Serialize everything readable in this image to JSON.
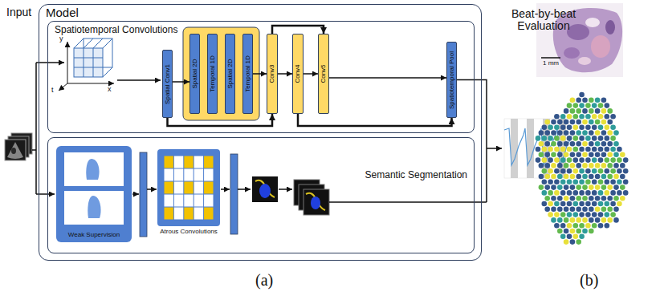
{
  "diagram": {
    "nodes": [
      {
        "text": [
          "Model"
        ]
      },
      {
        "text": [
          "Spatiotemporal Convolutions"
        ],
        "in": 0
      },
      {
        "text": [
          "Spatial Conv1"
        ],
        "in": 1
      },
      {
        "text": [
          "Spatial 2D"
        ],
        "in": 1
      },
      {
        "text": [
          "Temporal 1D"
        ],
        "in": 1
      },
      {
        "text": [
          "Spatial 2D"
        ],
        "in": 1
      },
      {
        "text": [
          "Temporal 1D"
        ],
        "in": 1
      },
      {
        "text": [
          "Conv3"
        ],
        "in": 1
      },
      {
        "text": [
          "Conv4"
        ],
        "in": 1
      },
      {
        "text": [
          "Conv5"
        ],
        "in": 1
      },
      {
        "text": [
          "Spatiotemporal Pool"
        ],
        "in": 1
      },
      {
        "text": [
          "Semantic Segmentation"
        ],
        "in": 0
      },
      {
        "text": [
          "Weak Supervision"
        ],
        "in": 11
      },
      {
        "text": [
          "Atrous Convolutions"
        ],
        "in": 11
      }
    ],
    "edges": [
      {
        "from": 2,
        "to": 3,
        "arrow": "to"
      },
      {
        "from": 6,
        "to": 7,
        "arrow": "to"
      },
      {
        "from": 7,
        "to": 8,
        "arrow": "to"
      },
      {
        "from": 8,
        "to": 9,
        "arrow": "to"
      },
      {
        "from": 9,
        "to": 10,
        "arrow": "to"
      },
      {
        "from": 2,
        "to": 7,
        "arrow": "to"
      },
      {
        "from": 7,
        "to": 9,
        "arrow": "to"
      },
      {
        "from": 8,
        "to": 10,
        "arrow": "to"
      }
    ],
    "labels": [
      "Input",
      "y",
      "t",
      "x",
      "Beat-by-beat Evaluation",
      "(a)",
      "1 mm",
      "(b)"
    ]
  }
}
